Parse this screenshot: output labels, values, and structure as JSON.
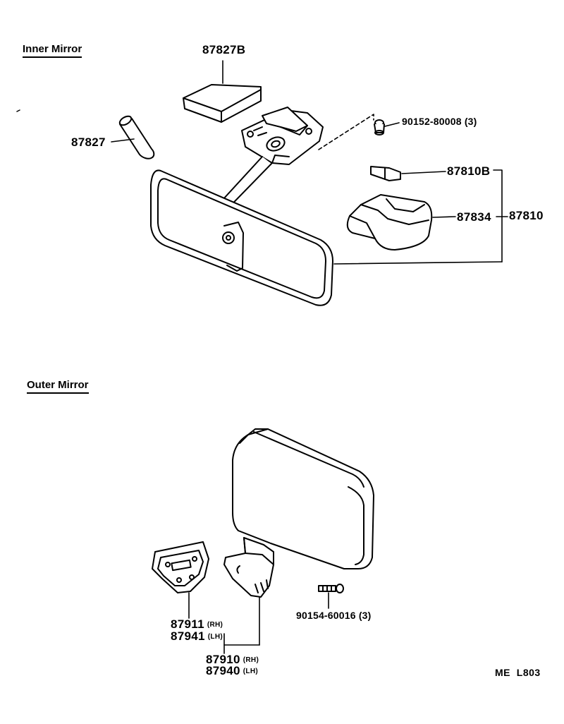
{
  "sections": {
    "inner_title": "Inner Mirror",
    "outer_title": "Outer Mirror"
  },
  "parts": {
    "p87827B": "87827B",
    "p87827": "87827",
    "p90152": "90152-80008 (3)",
    "p87810B": "87810B",
    "p87834": "87834",
    "p87810": "87810",
    "p87911": "87911",
    "p87941": "87941",
    "p87910": "87910",
    "p87940": "87940",
    "p90154": "90154-60016 (3)"
  },
  "sides": {
    "rh": "(RH)",
    "lh": "(LH)"
  },
  "diagram_code": "ME  L803",
  "colors": {
    "line": "#000000",
    "background": "#ffffff"
  }
}
